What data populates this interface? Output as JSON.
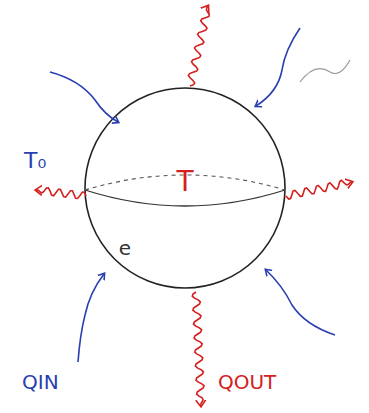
{
  "diagram": {
    "nodes": [
      {
        "text": [
          "T",
          "e"
        ]
      }
    ],
    "labels": [
      "T₀",
      "QIN",
      "QOUT"
    ]
  }
}
